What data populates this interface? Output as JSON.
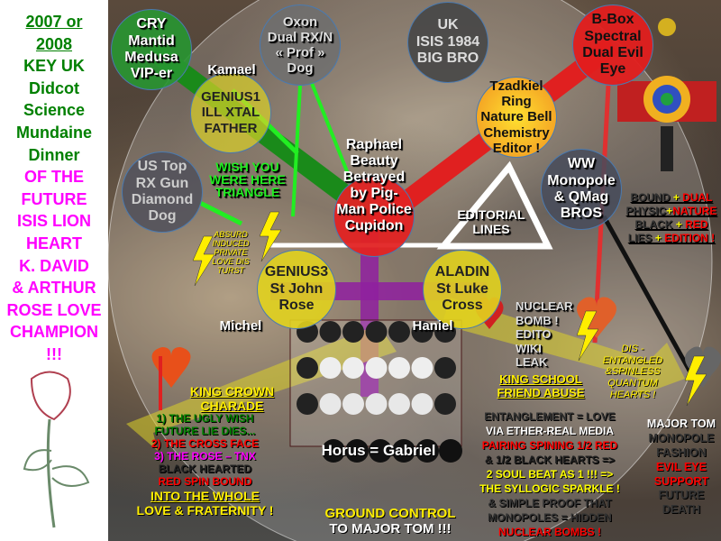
{
  "left_column": [
    {
      "text": "2007 or",
      "color": "#008000",
      "underline": true
    },
    {
      "text": "2008",
      "color": "#008000",
      "underline": true
    },
    {
      "text": "KEY UK",
      "color": "#008000"
    },
    {
      "text": "Didcot",
      "color": "#008000"
    },
    {
      "text": "Science",
      "color": "#008000"
    },
    {
      "text": "Mundaine",
      "color": "#008000"
    },
    {
      "text": "Dinner",
      "color": "#008000"
    },
    {
      "text": "OF THE",
      "color": "#ff00ff"
    },
    {
      "text": "FUTURE",
      "color": "#ff00ff"
    },
    {
      "text": "ISIS LION",
      "color": "#ff00ff"
    },
    {
      "text": "HEART",
      "color": "#ff00ff"
    },
    {
      "text": "K. DAVID",
      "color": "#ff00ff"
    },
    {
      "text": "& ARTHUR",
      "color": "#ff00ff"
    },
    {
      "text": "ROSE LOVE",
      "color": "#ff00ff"
    },
    {
      "text": "CHAMPION",
      "color": "#ff00ff"
    },
    {
      "text": "!!!",
      "color": "#ff00ff"
    }
  ],
  "circles": {
    "cry": [
      "CRY",
      "Mantid",
      "Medusa",
      "VIP-er"
    ],
    "oxon": [
      "Oxon",
      "Dual RX/N",
      "« Prof »",
      "Dog"
    ],
    "uk": [
      "UK",
      "ISIS 1984",
      "BIG BRO"
    ],
    "bbox": [
      "B-Box",
      "Spectral",
      "Dual Evil",
      "Eye"
    ],
    "genius1": [
      "GENIUS1",
      "ILL XTAL",
      "FATHER"
    ],
    "ustop": [
      "US Top",
      "RX Gun",
      "Diamond",
      "Dog"
    ],
    "raphael": [
      "Raphael",
      "Beauty",
      "Betrayed",
      "by Pig-",
      "Man Police",
      "Cupidon"
    ],
    "tzadkiel": [
      "Tzadkiel",
      "Ring",
      "Nature Bell",
      "Chemistry",
      "Editor !"
    ],
    "ww": [
      "WW",
      "Monopole",
      "& QMag",
      "BROS"
    ],
    "genius3": [
      "GENIUS3",
      "St John",
      "Rose"
    ],
    "aladin": [
      "ALADIN",
      "St Luke",
      "Cross"
    ]
  },
  "labels": {
    "kamael": "Kamael",
    "michel": "Michel",
    "haniel": "Haniel",
    "horus": "Horus =  Gabriel",
    "wish": [
      "WISH YOU",
      "WERE HERE",
      "TRIANGLE"
    ],
    "absurd": [
      "ABSURD",
      "INDUCED",
      "PRIVATE",
      "LOVE DIS",
      "TURST"
    ],
    "editorial": [
      "EDITORIAL",
      "LINES"
    ],
    "nuclear": [
      "NUCLEAR",
      "BOMB !",
      "EDITO",
      "WIKI",
      "LEAK"
    ],
    "king_school": [
      "KING SCHOOL",
      "FRIEND ABUSE"
    ],
    "dis": [
      "DIS -",
      "ENTANGLED",
      "&SPINLESS",
      "QUANTUM",
      "HEARTS !"
    ],
    "ground": [
      "GROUND CONTROL",
      "TO MAJOR TOM !!!"
    ]
  },
  "bound": [
    [
      {
        "t": "BOUND",
        "c": "#333"
      },
      {
        "t": " + ",
        "c": "#ffff00"
      },
      {
        "t": "DUAL",
        "c": "#ff0000"
      }
    ],
    [
      {
        "t": "PHYSIC",
        "c": "#333"
      },
      {
        "t": "+",
        "c": "#ffff00"
      },
      {
        "t": "NATURE",
        "c": "#ff0000"
      }
    ],
    [
      {
        "t": "BLACK",
        "c": "#333"
      },
      {
        "t": " + ",
        "c": "#ffff00"
      },
      {
        "t": "RED",
        "c": "#ff0000"
      }
    ],
    [
      {
        "t": "LIES",
        "c": "#333"
      },
      {
        "t": " + ",
        "c": "#ffff00"
      },
      {
        "t": "EDITION !",
        "c": "#ff0000"
      }
    ]
  ],
  "king_crown": {
    "title": [
      "KING CROWN",
      "CHARADE"
    ],
    "lines": [
      {
        "t": "1) THE UGLY WISH",
        "c": "#008000"
      },
      {
        "t": "FUTURE LIE DIES...",
        "c": "#008000"
      },
      {
        "t": "2) THE CROSS FACE",
        "c": "#ff0000"
      },
      {
        "t": "3) THE ROSE – TNX",
        "c": "#ff00ff"
      },
      {
        "t": "BLACK HEARTED",
        "c": "#222"
      },
      {
        "t": "RED SPIN BOUND",
        "c": "#ff0000"
      }
    ],
    "footer": [
      "INTO THE WHOLE",
      "LOVE & FRATERNITY !"
    ]
  },
  "entanglement": [
    {
      "t": "ENTANGLEMENT = LOVE",
      "c": "#333"
    },
    {
      "t": "VIA ETHER-REAL MEDIA",
      "c": "#ffffff"
    },
    {
      "t": "PAIRING SPINING 1/2 RED",
      "c": "#ff0000"
    },
    {
      "t": "& 1/2 BLACK HEARTS  =>",
      "c": "#222"
    },
    {
      "t": "2 SOUL BEAT AS 1 !!! =>",
      "c": "#ffff00"
    },
    {
      "t": "THE SYLLOGIC SPARKLE !",
      "c": "#ffff00"
    },
    {
      "t": "& SIMPLE PROOF THAT",
      "c": "#333"
    },
    {
      "t": "MONOPOLES = HIDDEN",
      "c": "#333"
    },
    {
      "t": "NUCLEAR BOMBS !",
      "c": "#ff0000"
    }
  ],
  "major_tom": [
    {
      "t": "MAJOR TOM",
      "c": "#ffffff"
    },
    {
      "t": "MONOPOLE",
      "c": "#333"
    },
    {
      "t": "FASHION",
      "c": "#333"
    },
    {
      "t": "EVIL EYE",
      "c": "#ff0000"
    },
    {
      "t": "SUPPORT",
      "c": "#ff0000"
    },
    {
      "t": "FUTURE",
      "c": "#333"
    },
    {
      "t": "DEATH",
      "c": "#333"
    }
  ]
}
